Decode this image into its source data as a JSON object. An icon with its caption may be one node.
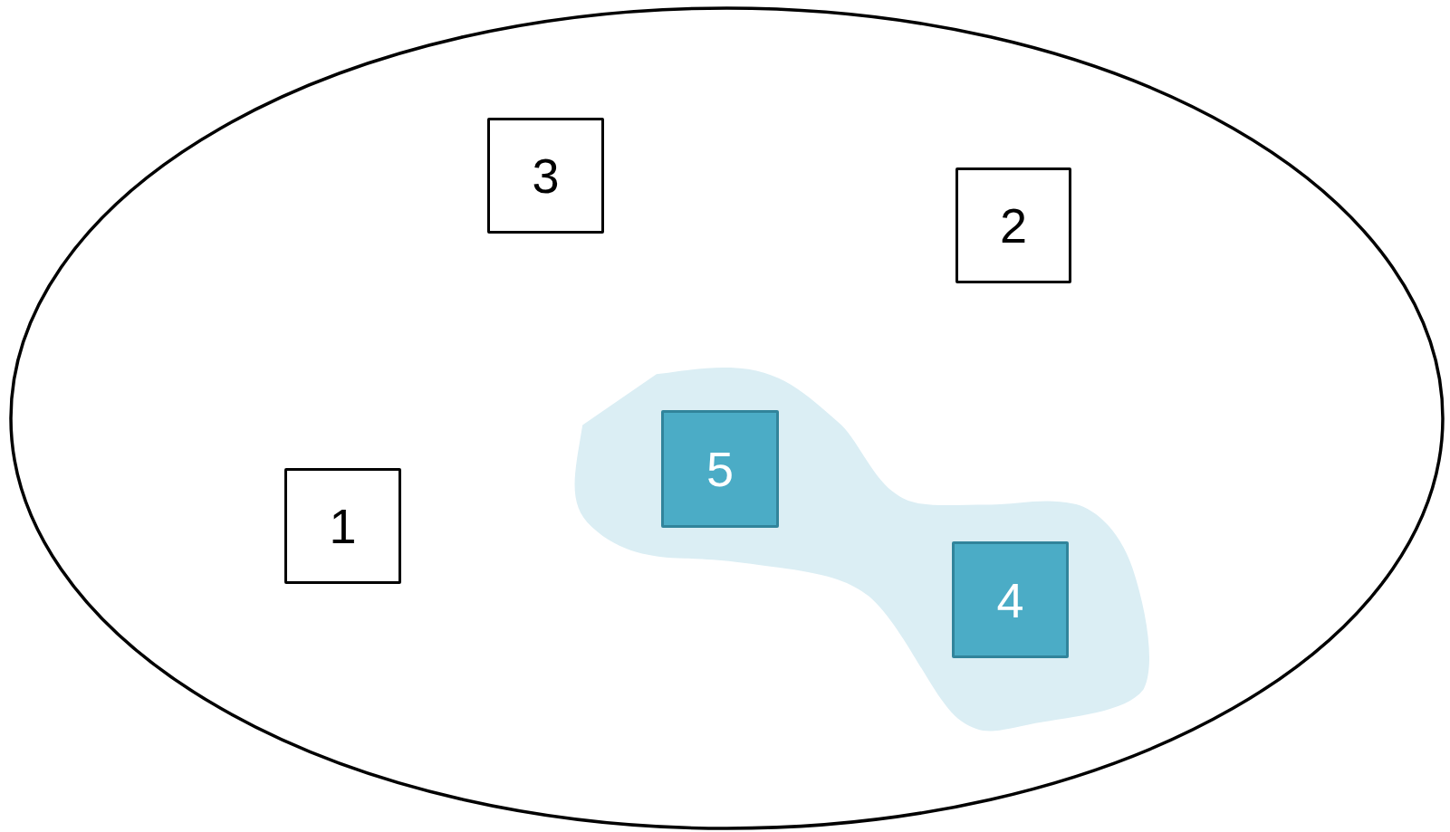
{
  "diagram": {
    "nodes": [
      {
        "text": [],
        "shape": "ellipse"
      },
      {
        "text": [
          "3"
        ],
        "in": 0
      },
      {
        "text": [
          "2"
        ],
        "in": 0
      },
      {
        "text": [],
        "shape": "cloud",
        "in": 0
      },
      {
        "text": [
          "5"
        ],
        "in": 3
      },
      {
        "text": [
          "1"
        ],
        "in": 0
      },
      {
        "text": [
          "4"
        ],
        "in": 3
      }
    ]
  }
}
